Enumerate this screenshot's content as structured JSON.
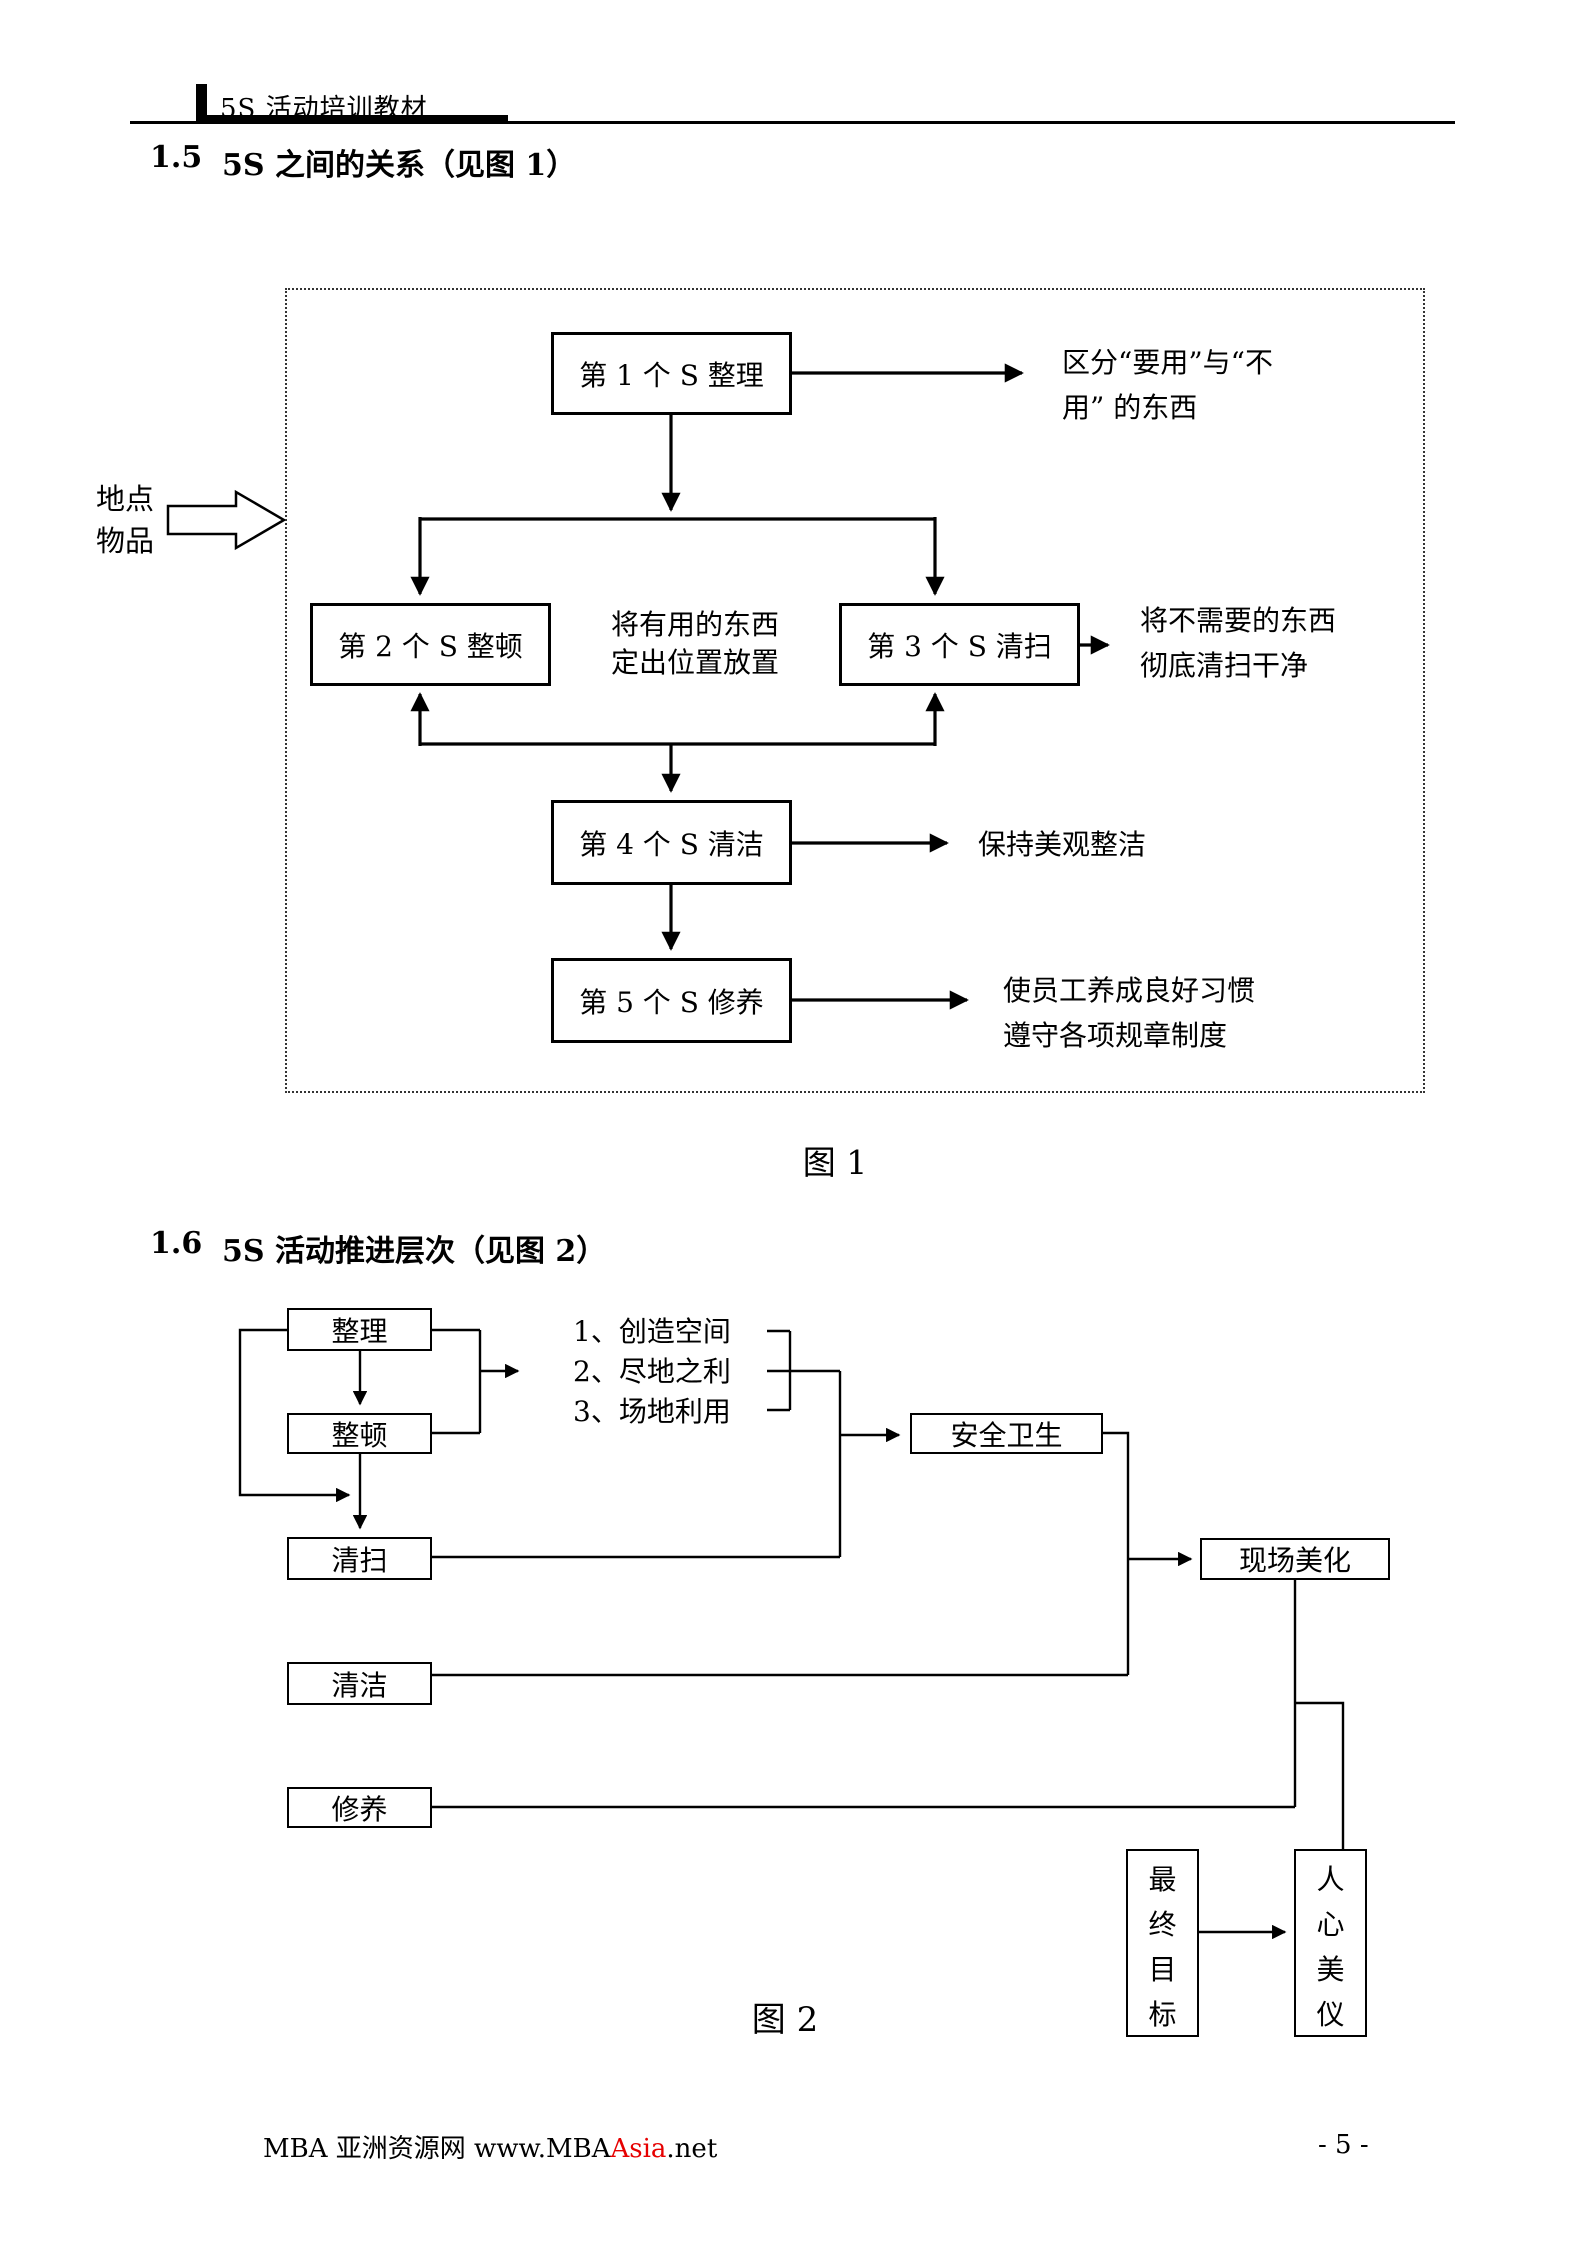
{
  "header": {
    "title": "5S 活动培训教材"
  },
  "sections": [
    {
      "number": "1.5",
      "title": "5S 之间的关系（见图 1）"
    },
    {
      "number": "1.6",
      "title": "5S 活动推进层次（见图 2）"
    }
  ],
  "figure1": {
    "caption": "图 1",
    "boxes": {
      "s1": "第 1 个 S 整理",
      "s2": "第 2 个 S 整顿",
      "s3": "第 3 个 S 清扫",
      "s4": "第 4 个 S 清洁",
      "s5": "第 5 个 S 修养"
    },
    "notes": {
      "s1_line1": "区分“要用”与“不",
      "s1_line2": "用” 的东西",
      "mid_line1": "将有用的东西",
      "mid_line2": "定出位置放置",
      "s3_line1": "将不需要的东西",
      "s3_line2": "彻底清扫干净",
      "s4": "保持美观整洁",
      "s5_line1": "使员工养成良好习惯",
      "s5_line2": "遵守各项规章制度"
    },
    "side_label_line1": "地点",
    "side_label_line2": "物品"
  },
  "figure2": {
    "caption": "图 2",
    "boxes": {
      "seiri": "整理",
      "seiton": "整顿",
      "seiso": "清扫",
      "seiketsu": "清洁",
      "shitsuke": "修养",
      "safety": "安全卫生",
      "beautify": "现场美化",
      "final_goal": "最终目标",
      "heart": "人心美仪"
    },
    "list": [
      "1、创造空间",
      "2、尽地之利",
      "3、场地利用"
    ]
  },
  "footer": {
    "brand_black1": "MBA 亚洲资源网  www.MBA",
    "brand_red": "Asia",
    "brand_black2": ".net",
    "red_style": "color:#e60000",
    "page_number": "- 5 -"
  },
  "colors": {
    "footer_highlight": "#e60000",
    "ink": "#000000"
  }
}
